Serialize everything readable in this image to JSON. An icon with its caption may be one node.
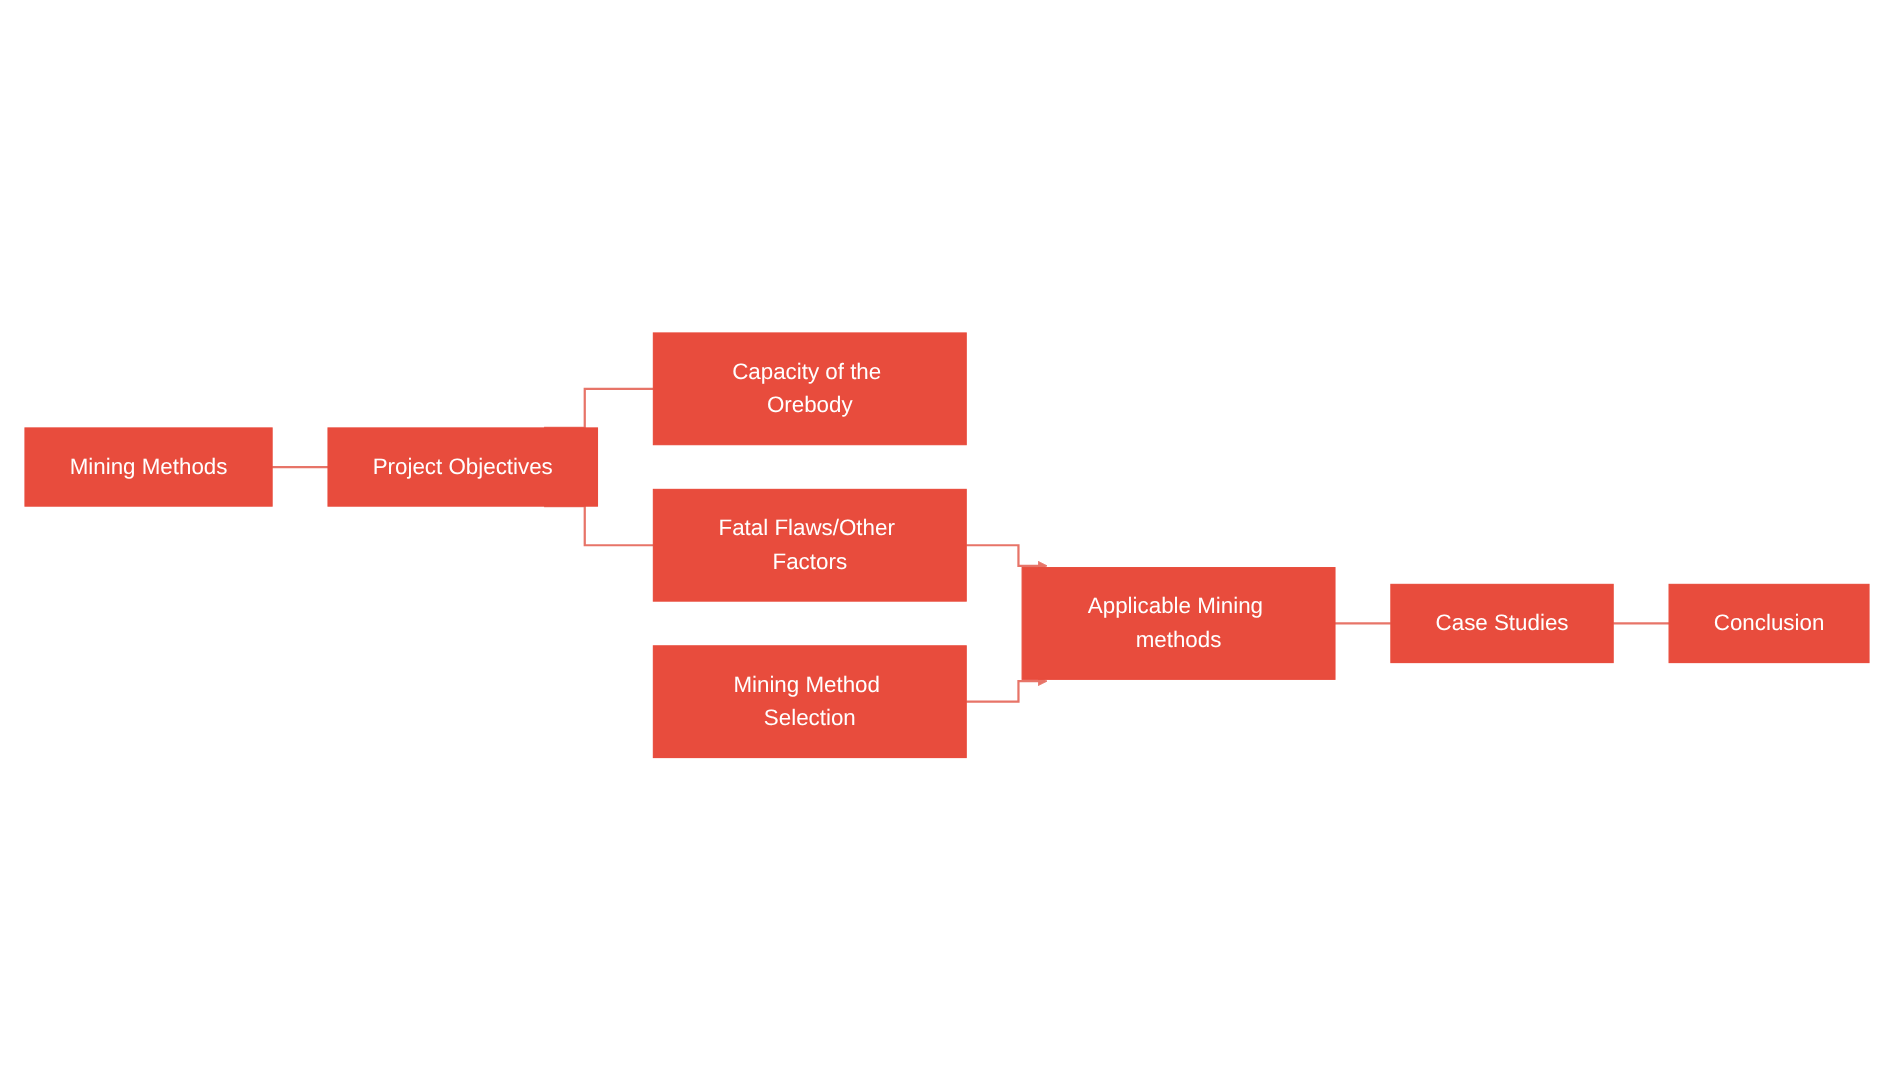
{
  "diagram": {
    "nodes": [
      {
        "text": [
          "Mining Methods"
        ]
      },
      {
        "text": [
          "Project Objectives"
        ]
      },
      {
        "text": [
          "Capacity of the Orebody"
        ]
      },
      {
        "text": [
          "Fatal Flaws/Other Factors"
        ]
      },
      {
        "text": [
          "Applicable Mining methods"
        ]
      },
      {
        "text": [
          "Case Studies"
        ]
      },
      {
        "text": [
          "Conclusion"
        ]
      },
      {
        "text": [
          "Mining Method Selection"
        ]
      }
    ],
    "edges": [
      {
        "from": 0,
        "to": 1,
        "arrow": "none"
      },
      {
        "from": 1,
        "to": 2,
        "arrow": "none"
      },
      {
        "from": 1,
        "to": 3,
        "arrow": "none"
      },
      {
        "from": 3,
        "to": 4,
        "arrow": "to"
      },
      {
        "from": 4,
        "to": 5,
        "arrow": "none"
      },
      {
        "from": 5,
        "to": 6,
        "arrow": "none"
      },
      {
        "from": 7,
        "to": 4,
        "arrow": "to"
      }
    ]
  }
}
